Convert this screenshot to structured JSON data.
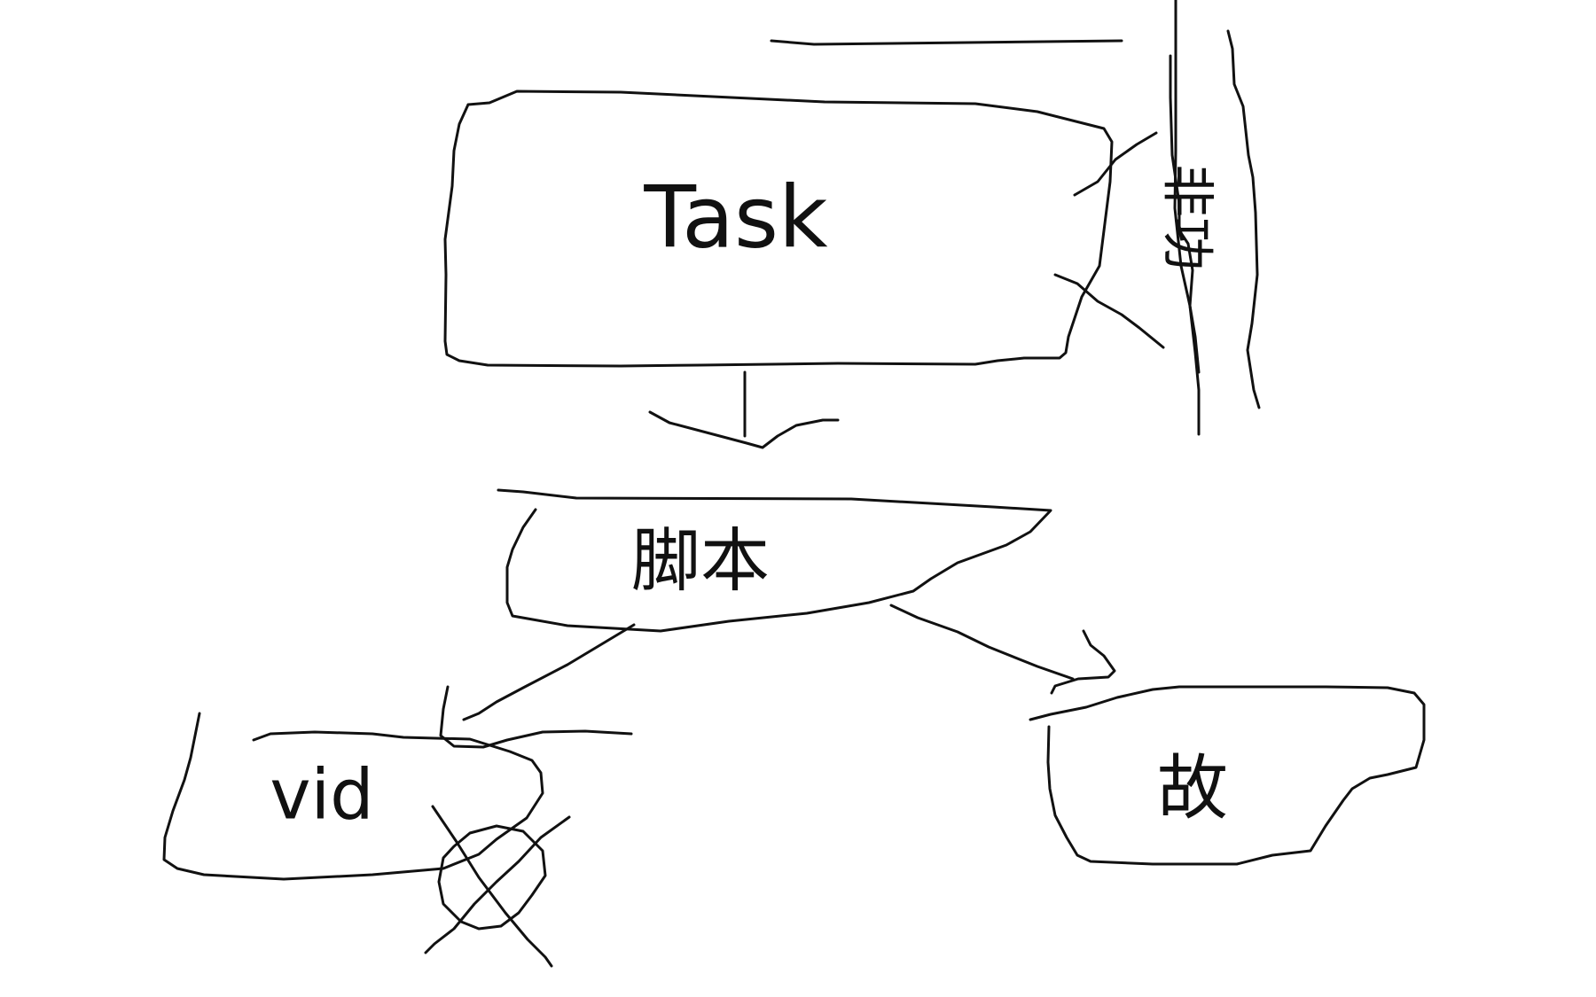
{
  "diagram": {
    "ink_color": "#111111",
    "background": "#ffffff",
    "nodes": [
      {
        "id": "task",
        "label": "Task"
      },
      {
        "id": "jiaoben",
        "label": "脚本"
      },
      {
        "id": "vid",
        "label": "vid"
      },
      {
        "id": "gu",
        "label": "故"
      }
    ],
    "side_note": {
      "label": "非功"
    },
    "edges": [
      {
        "from": "task",
        "to": "jiaoben"
      },
      {
        "from": "jiaoben",
        "to": "vid"
      },
      {
        "from": "jiaoben",
        "to": "gu"
      }
    ],
    "crossed_out": [
      "vid"
    ]
  }
}
